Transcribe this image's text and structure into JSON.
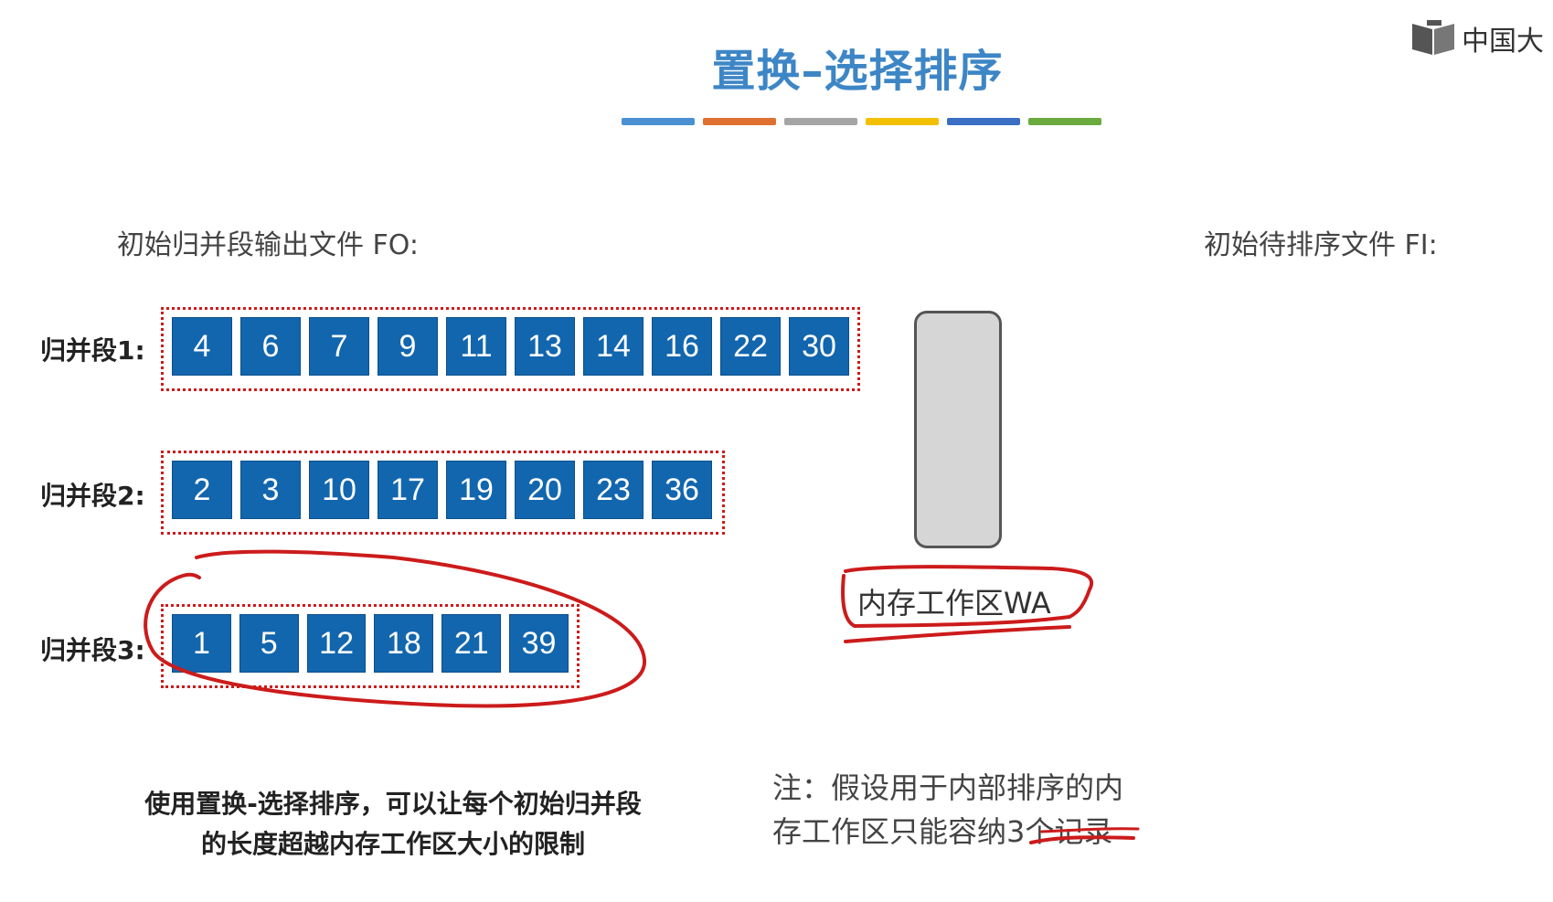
{
  "slide": {
    "title": "置换–选择排序",
    "title_color": "#3d86c6",
    "color_bars": [
      "#4a90d2",
      "#e07030",
      "#a5a5a5",
      "#f2c000",
      "#3a6fc4",
      "#6aaa3f"
    ],
    "logo": {
      "text": "中国大",
      "icon": "book-logo-icon"
    }
  },
  "labels": {
    "output_file": "初始归并段输出文件 FO:",
    "input_file": "初始待排序文件 FI:"
  },
  "runs": [
    {
      "label": "归并段1:",
      "values": [
        "4",
        "6",
        "7",
        "9",
        "11",
        "13",
        "14",
        "16",
        "22",
        "30"
      ]
    },
    {
      "label": "归并段2:",
      "values": [
        "2",
        "3",
        "10",
        "17",
        "19",
        "20",
        "23",
        "36"
      ]
    },
    {
      "label": "归并段3:",
      "values": [
        "1",
        "5",
        "12",
        "18",
        "21",
        "39"
      ]
    }
  ],
  "work_area": {
    "label": "内存工作区WA"
  },
  "summary": {
    "line1": "使用置换-选择排序，可以让每个初始归并段",
    "line2": "的长度超越内存工作区大小的限制"
  },
  "note": {
    "line1": "注：假设用于内部排序的内",
    "line2": "存工作区只能容纳3个记录"
  },
  "colors": {
    "cell_fill": "#1266ae",
    "dotted_border": "#cc1b1b",
    "annotation_ink": "#cc1b1b"
  }
}
